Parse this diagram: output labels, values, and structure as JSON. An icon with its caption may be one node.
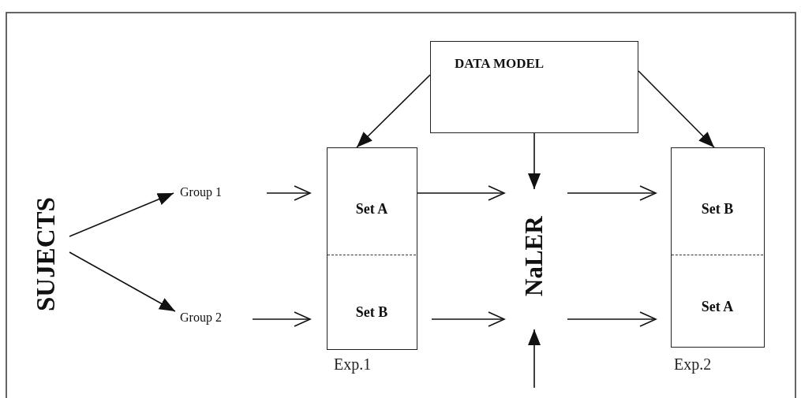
{
  "diagram": {
    "nodes": [
      {
        "text": [
          "SUJECTS"
        ]
      },
      {
        "text": [
          "Group 1"
        ]
      },
      {
        "text": [
          "Group 2"
        ]
      },
      {
        "text": [
          "DATA MODEL"
        ]
      },
      {
        "text": [],
        "shape": "box",
        "beside": [
          "Exp.1"
        ]
      },
      {
        "text": [
          "Set A"
        ],
        "in": 4
      },
      {
        "text": [
          "Set B"
        ],
        "in": 4
      },
      {
        "text": [
          "NaLER"
        ]
      },
      {
        "text": [],
        "shape": "box",
        "beside": [
          "Exp.2"
        ]
      },
      {
        "text": [
          "Set B"
        ],
        "in": 8
      },
      {
        "text": [
          "Set A"
        ],
        "in": 8
      }
    ],
    "edges": [
      {
        "from": 0,
        "to": 1,
        "arrow": "to"
      },
      {
        "from": 0,
        "to": 2,
        "arrow": "to"
      },
      {
        "from": 1,
        "to": 5,
        "arrow": "to"
      },
      {
        "from": 2,
        "to": 6,
        "arrow": "to"
      },
      {
        "from": 3,
        "to": 4,
        "arrow": "to"
      },
      {
        "from": 3,
        "to": 8,
        "arrow": "to"
      },
      {
        "from": 3,
        "to": 7,
        "arrow": "to"
      },
      {
        "from": 5,
        "to": 7,
        "arrow": "to"
      },
      {
        "from": 6,
        "to": 7,
        "arrow": "to"
      },
      {
        "from": 7,
        "to": 9,
        "arrow": "to"
      },
      {
        "from": 7,
        "to": 10,
        "arrow": "to"
      },
      {
        "from": null,
        "to": 7,
        "arrow": "to"
      }
    ]
  }
}
